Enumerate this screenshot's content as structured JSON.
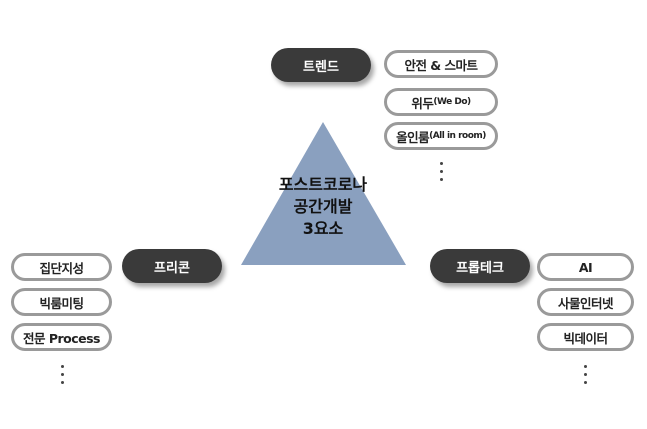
{
  "center": {
    "lines": [
      "포스트코로나",
      "공간개발",
      "3요소"
    ],
    "color": "#8aa0bf"
  },
  "groups": {
    "trend": {
      "label": "트렌드",
      "items": [
        {
          "main": "안전 & 스마트",
          "sub": ""
        },
        {
          "main": "위두",
          "sub": "(We Do)"
        },
        {
          "main": "올인룸",
          "sub": "(All in room)"
        }
      ]
    },
    "precon": {
      "label": "프리콘",
      "items": [
        {
          "main": "집단지성",
          "sub": ""
        },
        {
          "main": "빅룸미팅",
          "sub": ""
        },
        {
          "main": "전문 Process",
          "sub": ""
        }
      ]
    },
    "proptech": {
      "label": "프롭테크",
      "items": [
        {
          "main": "AI",
          "sub": ""
        },
        {
          "main": "사물인터넷",
          "sub": ""
        },
        {
          "main": "빅데이터",
          "sub": ""
        }
      ]
    }
  }
}
